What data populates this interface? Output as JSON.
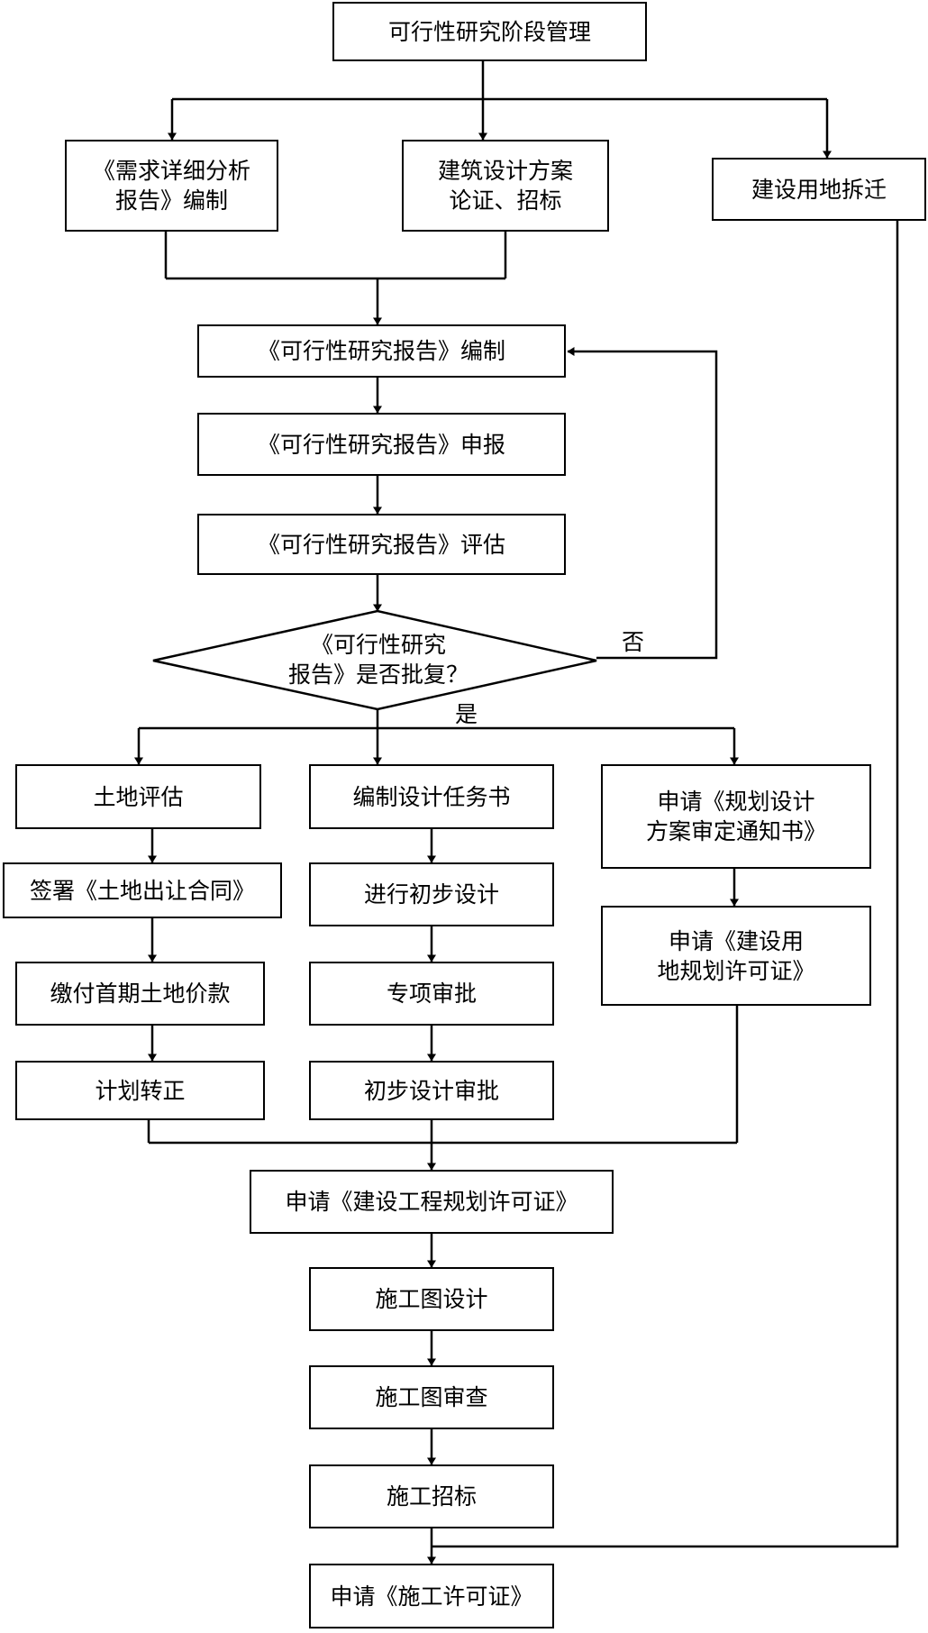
{
  "nodes": {
    "feasibility_mgmt": "可行性研究阶段管理",
    "demand_report": "《需求详细分析\n报告》编制",
    "arch_design": "建筑设计方案\n论证、招标",
    "land_demolition": "建设用地拆迁",
    "fs_compile": "《可行性研究报告》编制",
    "fs_submit": "《可行性研究报告》申报",
    "fs_evaluate": "《可行性研究报告》评估",
    "fs_approved_q": "《可行性研究\n报告》是否批复？",
    "land_eval": "土地评估",
    "sign_land_contract": "签署《土地出让合同》",
    "pay_land": "缴付首期土地价款",
    "plan_formal": "计划转正",
    "design_task": "编制设计任务书",
    "prelim_design": "进行初步设计",
    "special_approval": "专项审批",
    "prelim_approval": "初步设计审批",
    "apply_plan_notice": "申请《规划设计\n方案审定通知书》",
    "apply_land_permit": "申请《建设用\n地规划许可证》",
    "apply_eng_permit": "申请《建设工程规划许可证》",
    "construct_drawing": "施工图设计",
    "drawing_review": "施工图审查",
    "construct_bid": "施工招标",
    "apply_construct_permit": "申请《施工许可证》"
  },
  "labels": {
    "no": "否",
    "yes": "是"
  },
  "colors": {
    "stroke": "#000000",
    "fill": "#ffffff"
  }
}
